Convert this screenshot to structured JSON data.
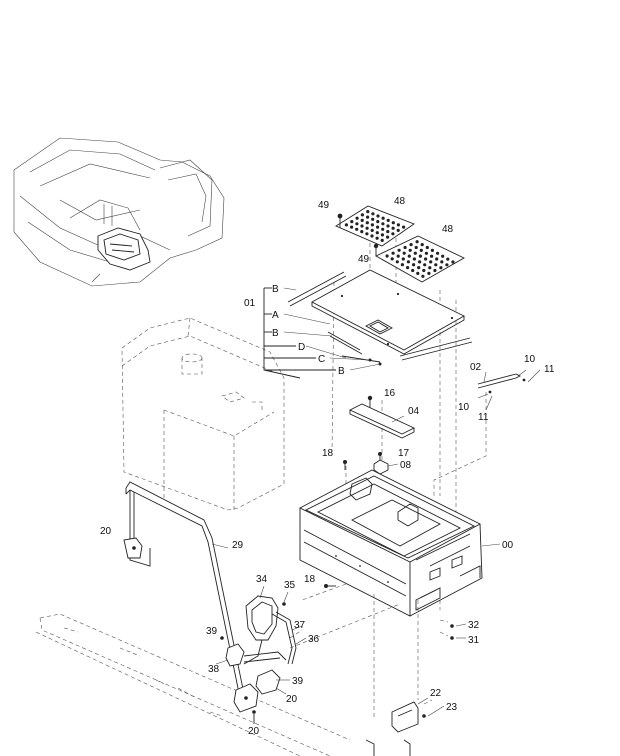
{
  "callouts": {
    "p00": "00",
    "p01": "01",
    "p02": "02",
    "p04": "04",
    "p08": "08",
    "p10a": "10",
    "p10b": "10",
    "p11a": "11",
    "p11b": "11",
    "p16": "16",
    "p17": "17",
    "p18a": "18",
    "p18b": "18",
    "p20a": "20",
    "p20b": "20",
    "p20c": "20",
    "p22": "22",
    "p23": "23",
    "p29": "29",
    "p31": "31",
    "p32": "32",
    "p34": "34",
    "p35": "35",
    "p36": "36",
    "p37": "37",
    "p38": "38",
    "p39a": "39",
    "p39b": "39",
    "p48a": "48",
    "p48b": "48",
    "p49a": "49",
    "p49b": "49",
    "A": "A",
    "B1": "B",
    "B2": "B",
    "B3": "B",
    "C": "C",
    "D": "D"
  }
}
